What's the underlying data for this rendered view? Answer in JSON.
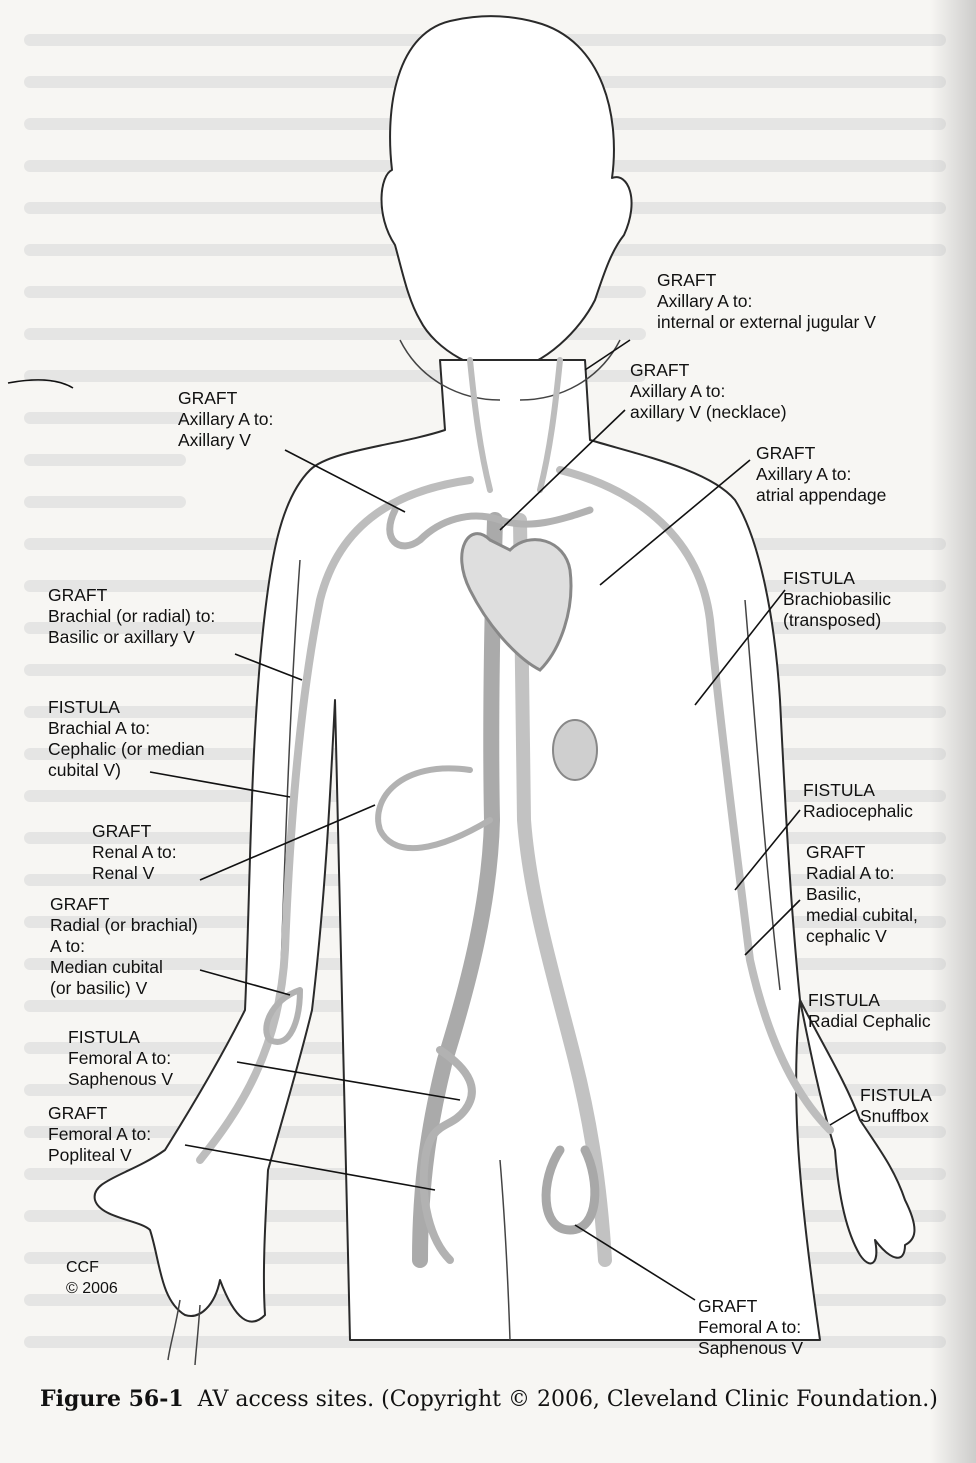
{
  "labels": {
    "graft_axillary_jugular": [
      "GRAFT",
      "Axillary A to:",
      "internal or external jugular V"
    ],
    "graft_axillary_necklace": [
      "GRAFT",
      "Axillary A to:",
      "axillary V (necklace)"
    ],
    "graft_axillary_atrial": [
      "GRAFT",
      "Axillary A to:",
      "atrial appendage"
    ],
    "graft_axillary_axillary": [
      "GRAFT",
      "Axillary A to:",
      "Axillary V"
    ],
    "graft_brachial_basilic": [
      "GRAFT",
      "Brachial (or radial) to:",
      "Basilic or axillary V"
    ],
    "fistula_brachiobasilic": [
      "FISTULA",
      "Brachiobasilic",
      "(transposed)"
    ],
    "fistula_brachial_cephalic": [
      "FISTULA",
      "Brachial A to:",
      "Cephalic (or median",
      "cubital V)"
    ],
    "fistula_radiocephalic": [
      "FISTULA",
      "Radiocephalic"
    ],
    "graft_renal": [
      "GRAFT",
      "Renal A to:",
      "Renal V"
    ],
    "graft_radial_basilic": [
      "GRAFT",
      "Radial A to:",
      "Basilic,",
      "medial cubital,",
      "cephalic V"
    ],
    "graft_radial_median": [
      "GRAFT",
      "Radial (or brachial)",
      "A to:",
      "Median cubital",
      "(or basilic) V"
    ],
    "fistula_radial_cephalic": [
      "FISTULA",
      "Radial Cephalic"
    ],
    "fistula_femoral_saphenous": [
      "FISTULA",
      "Femoral A to:",
      "Saphenous V"
    ],
    "fistula_snuffbox": [
      "FISTULA",
      "Snuffbox"
    ],
    "graft_femoral_popliteal": [
      "GRAFT",
      "Femoral A to:",
      "Popliteal V"
    ],
    "graft_femoral_saphenous": [
      "GRAFT",
      "Femoral A to:",
      "Saphenous V"
    ],
    "copyright": [
      "CCF",
      "© 2006"
    ]
  },
  "caption": {
    "figure_number": "Figure 56-1",
    "text": "AV access sites. (Copyright © 2006, Cleveland Clinic Foundation.)"
  },
  "colors": {
    "line": "#1a1a1a",
    "vessel": "#b9b9b9",
    "paper": "#f7f6f3"
  }
}
